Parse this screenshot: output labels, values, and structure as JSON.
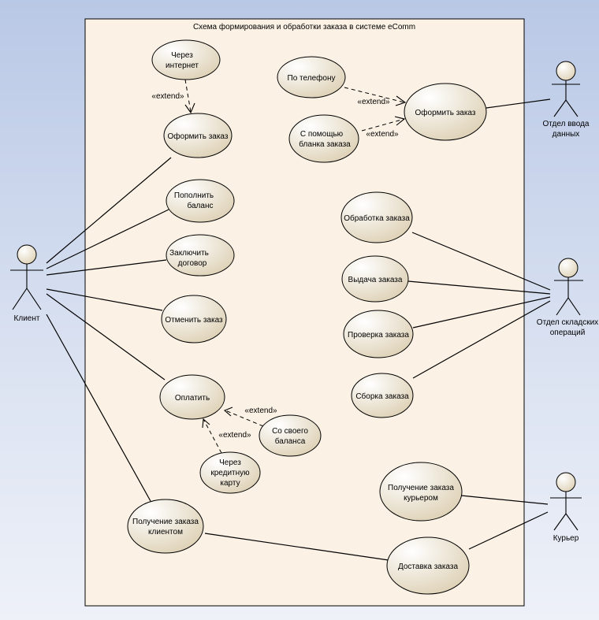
{
  "diagram": {
    "title": "Схема формирования и обработки заказа в системе eComm",
    "extend_label": "«extend»"
  },
  "actors": {
    "client": "Клиент",
    "data_entry": [
      "Отдел ввода",
      "данных"
    ],
    "warehouse": [
      "Отдел складских",
      "операций"
    ],
    "courier": "Курьер"
  },
  "use_cases": {
    "via_internet": [
      "Через",
      "интернет"
    ],
    "place_order_client": [
      "Оформить заказ"
    ],
    "top_up_balance": [
      "Пополнить",
      "баланс"
    ],
    "sign_contract": [
      "Заключить",
      "договор"
    ],
    "cancel_order": [
      "Отменить заказ"
    ],
    "pay": [
      "Оплатить"
    ],
    "from_balance": [
      "Со своего",
      "баланса"
    ],
    "via_card": [
      "Через",
      "кредитную",
      "карту"
    ],
    "pickup_by_client": [
      "Получение заказа",
      "клиентом"
    ],
    "by_phone": [
      "По телефону"
    ],
    "by_form": [
      "С помощью",
      "бланка заказа"
    ],
    "place_order_dept": [
      "Оформить заказ"
    ],
    "process_order": [
      "Обработка заказа"
    ],
    "issue_order": [
      "Выдача заказа"
    ],
    "check_order": [
      "Проверка заказа"
    ],
    "assemble_order": [
      "Сборка заказа"
    ],
    "pickup_by_courier": [
      "Получение заказа",
      "курьером"
    ],
    "delivery": [
      "Доставка заказа"
    ]
  },
  "colors": {
    "system_fill": "#fbf2e5",
    "usecase_light": "#ffffff",
    "usecase_dark": "#ddd0b4",
    "actor_head_light": "#ffffff",
    "actor_head_dark": "#ddd0b4"
  }
}
